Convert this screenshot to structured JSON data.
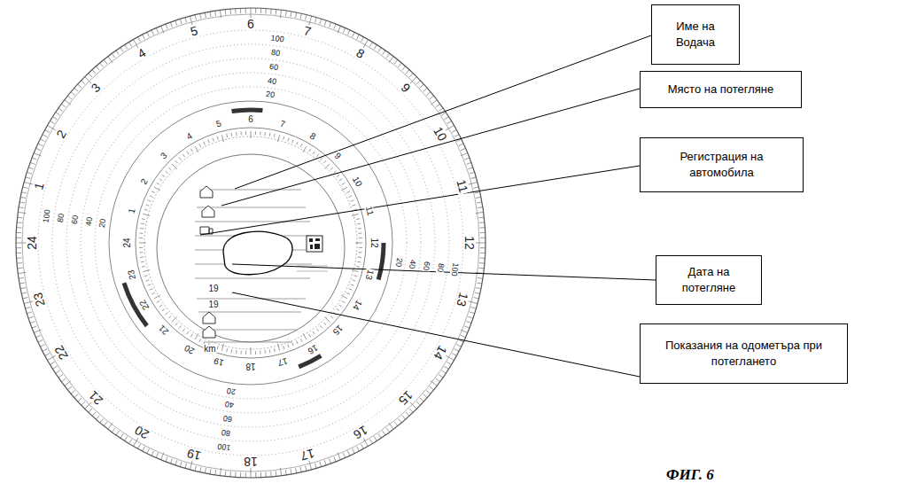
{
  "diagram": {
    "caption": "ФИГ. 6",
    "nodes": [
      {
        "text": [
          "Име на Водача"
        ]
      },
      {
        "text": [
          "Място на потегляне"
        ]
      },
      {
        "text": [
          "Регистрация на автомобила"
        ]
      },
      {
        "text": [
          "Дата на потегляне"
        ]
      },
      {
        "text": [
          "Показания на одометъра при потеглането"
        ]
      }
    ],
    "labels": [
      "1",
      "2",
      "3",
      "4",
      "5",
      "6",
      "7",
      "8",
      "9",
      "10",
      "11",
      "12",
      "13",
      "14",
      "15",
      "16",
      "17",
      "18",
      "19",
      "20",
      "21",
      "22",
      "23",
      "24",
      "1",
      "2",
      "3",
      "4",
      "5",
      "6",
      "7",
      "8",
      "9",
      "10",
      "11",
      "12",
      "13",
      "14",
      "15",
      "16",
      "17",
      "18",
      "19",
      "20",
      "21",
      "22",
      "23",
      "24",
      "100",
      "80",
      "60",
      "40",
      "20",
      "100",
      "80",
      "60",
      "40",
      "20",
      "100",
      "80",
      "60",
      "40",
      "20",
      "100",
      "80",
      "60",
      "40",
      "20",
      "19",
      "19",
      "km"
    ]
  }
}
